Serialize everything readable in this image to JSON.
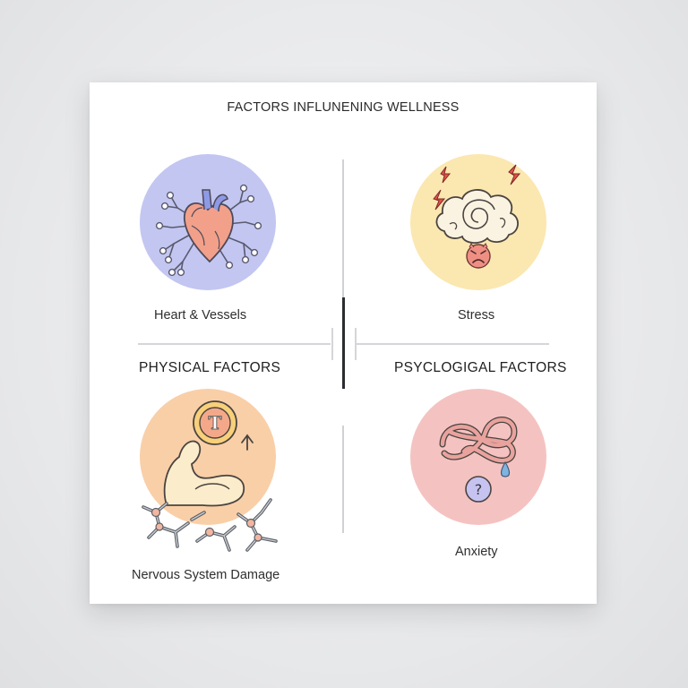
{
  "title": "FACTORS INFLUNENING WELLNESS",
  "sections": {
    "physical": "PHYSICAL FACTORS",
    "psychological": "PSYCLOGIGAL FACTORS"
  },
  "items": [
    {
      "label": "Heart & Vessels",
      "icon": "heart-vessels-icon",
      "color": "#c2c6f1"
    },
    {
      "label": "Stress",
      "icon": "stressed-brain-icon",
      "color": "#fbe7b0"
    },
    {
      "label": "Nervous System Damage",
      "icon": "muscle-testosterone-icon",
      "color": "#f9cfa8"
    },
    {
      "label": "Anxiety",
      "icon": "tangled-knot-icon",
      "color": "#f4c3c1"
    }
  ],
  "badge_letter": "T",
  "question_mark": "?"
}
